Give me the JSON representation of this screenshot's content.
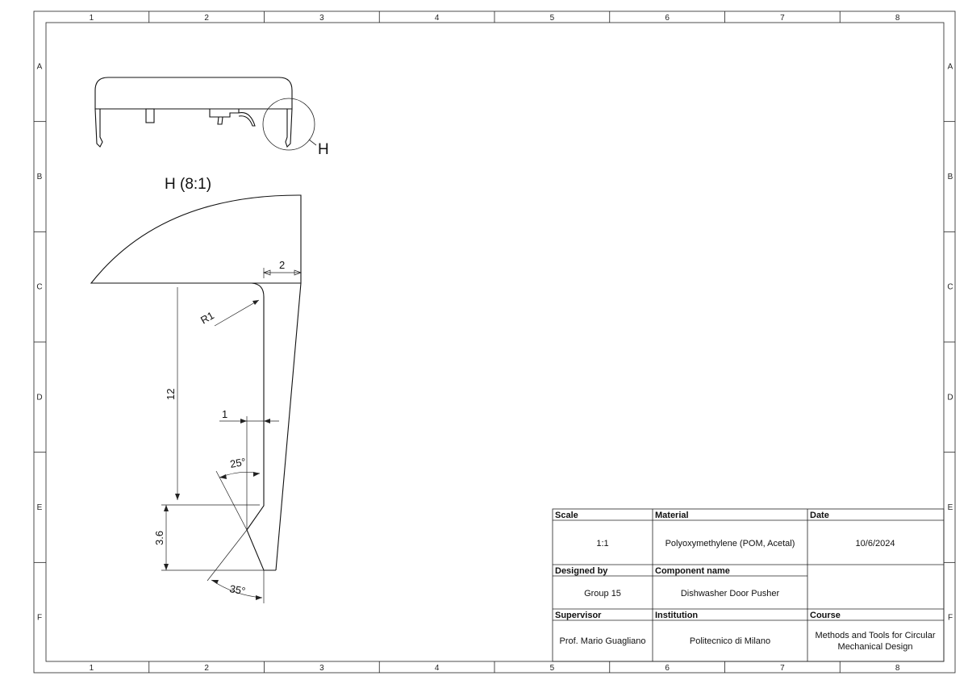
{
  "frame": {
    "columns": [
      "1",
      "2",
      "3",
      "4",
      "5",
      "6",
      "7",
      "8"
    ],
    "rows": [
      "A",
      "B",
      "C",
      "D",
      "E",
      "F"
    ]
  },
  "overview": {
    "detail_marker": "H"
  },
  "detail": {
    "title": "H (8:1)",
    "dimensions": {
      "width_top": "2",
      "radius": "R1",
      "height": "12",
      "offset": "1",
      "angle_upper": "25°",
      "lower_height": "3.6",
      "angle_lower": "35°"
    }
  },
  "title_block": {
    "scale_label": "Scale",
    "scale_value": "1:1",
    "material_label": "Material",
    "material_value": "Polyoxymethylene (POM, Acetal)",
    "date_label": "Date",
    "date_value": "10/6/2024",
    "designed_by_label": "Designed by",
    "designed_by_value": "Group 15",
    "component_label": "Component name",
    "component_value": "Dishwasher Door Pusher",
    "supervisor_label": "Supervisor",
    "supervisor_value": "Prof. Mario Guagliano",
    "institution_label": "Institution",
    "institution_value": "Politecnico di Milano",
    "course_label": "Course",
    "course_value_line1": "Methods and Tools for Circular",
    "course_value_line2": "Mechanical Design"
  }
}
